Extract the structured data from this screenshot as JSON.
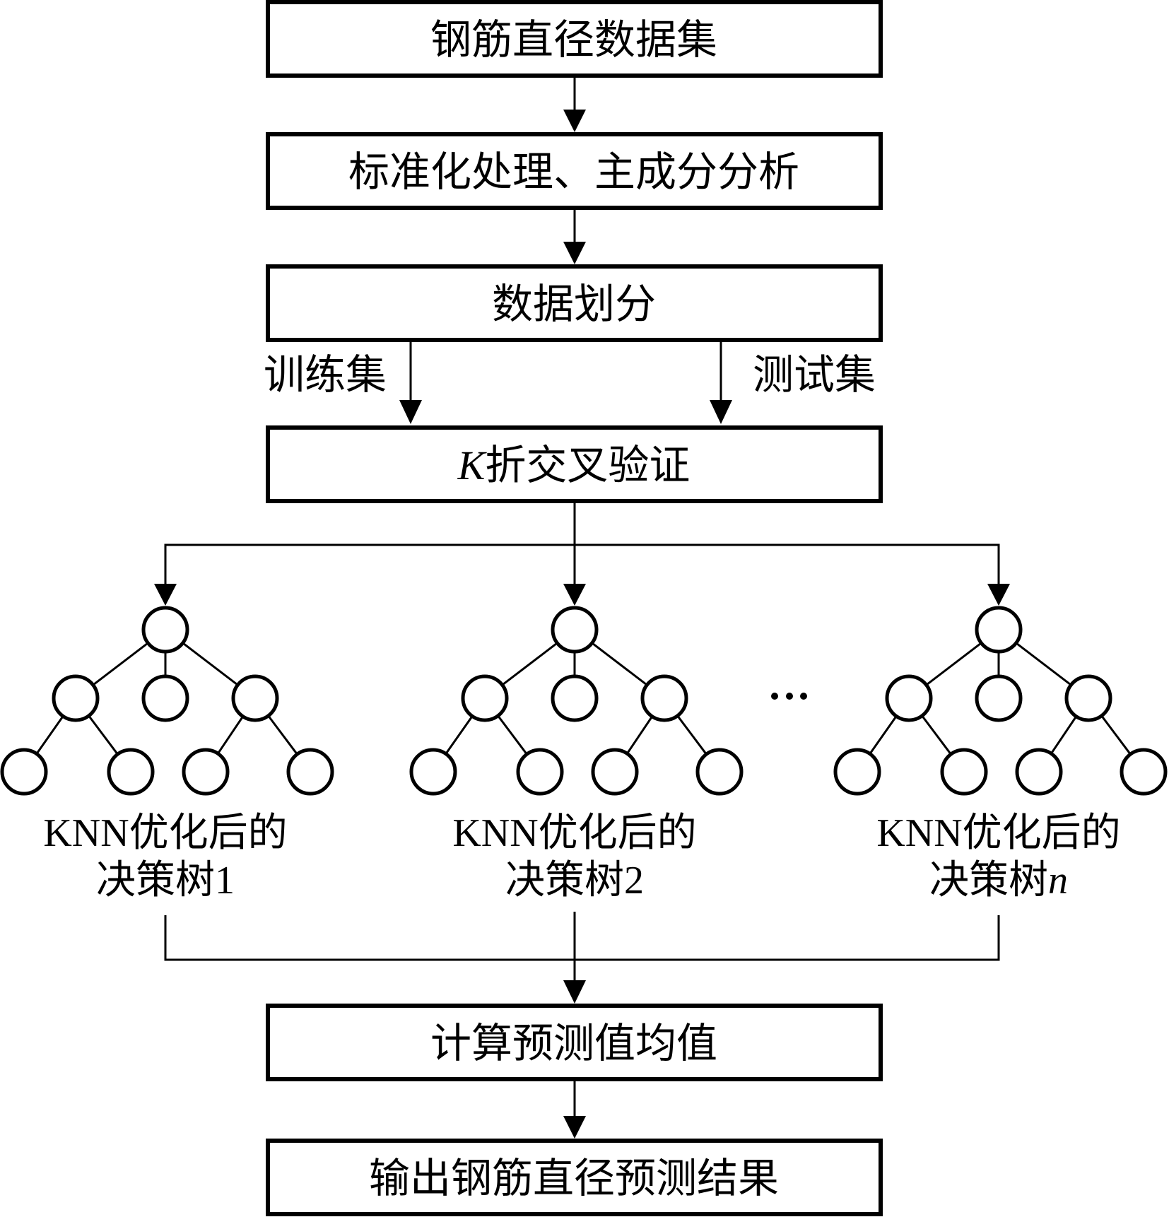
{
  "flow": {
    "steps": [
      {
        "id": "dataset",
        "label": "钢筋直径数据集"
      },
      {
        "id": "preprocess",
        "label": "标准化处理、主成分分析"
      },
      {
        "id": "split",
        "label": "数据划分"
      },
      {
        "id": "kfold",
        "label_italic": "K",
        "label": "折交叉验证"
      },
      {
        "id": "average",
        "label": "计算预测值均值"
      },
      {
        "id": "output",
        "label": "输出钢筋直径预测结果"
      }
    ],
    "split_labels": {
      "train": "训练集",
      "test": "测试集"
    },
    "trees": [
      {
        "line1": "KNN优化后的",
        "line2_prefix": "决策树",
        "index": "1",
        "index_italic": false
      },
      {
        "line1": "KNN优化后的",
        "line2_prefix": "决策树",
        "index": "2",
        "index_italic": false
      },
      {
        "line1": "KNN优化后的",
        "line2_prefix": "决策树",
        "index": "n",
        "index_italic": true
      }
    ],
    "ellipsis": "…"
  },
  "colors": {
    "stroke": "#000000",
    "background": "#ffffff"
  }
}
